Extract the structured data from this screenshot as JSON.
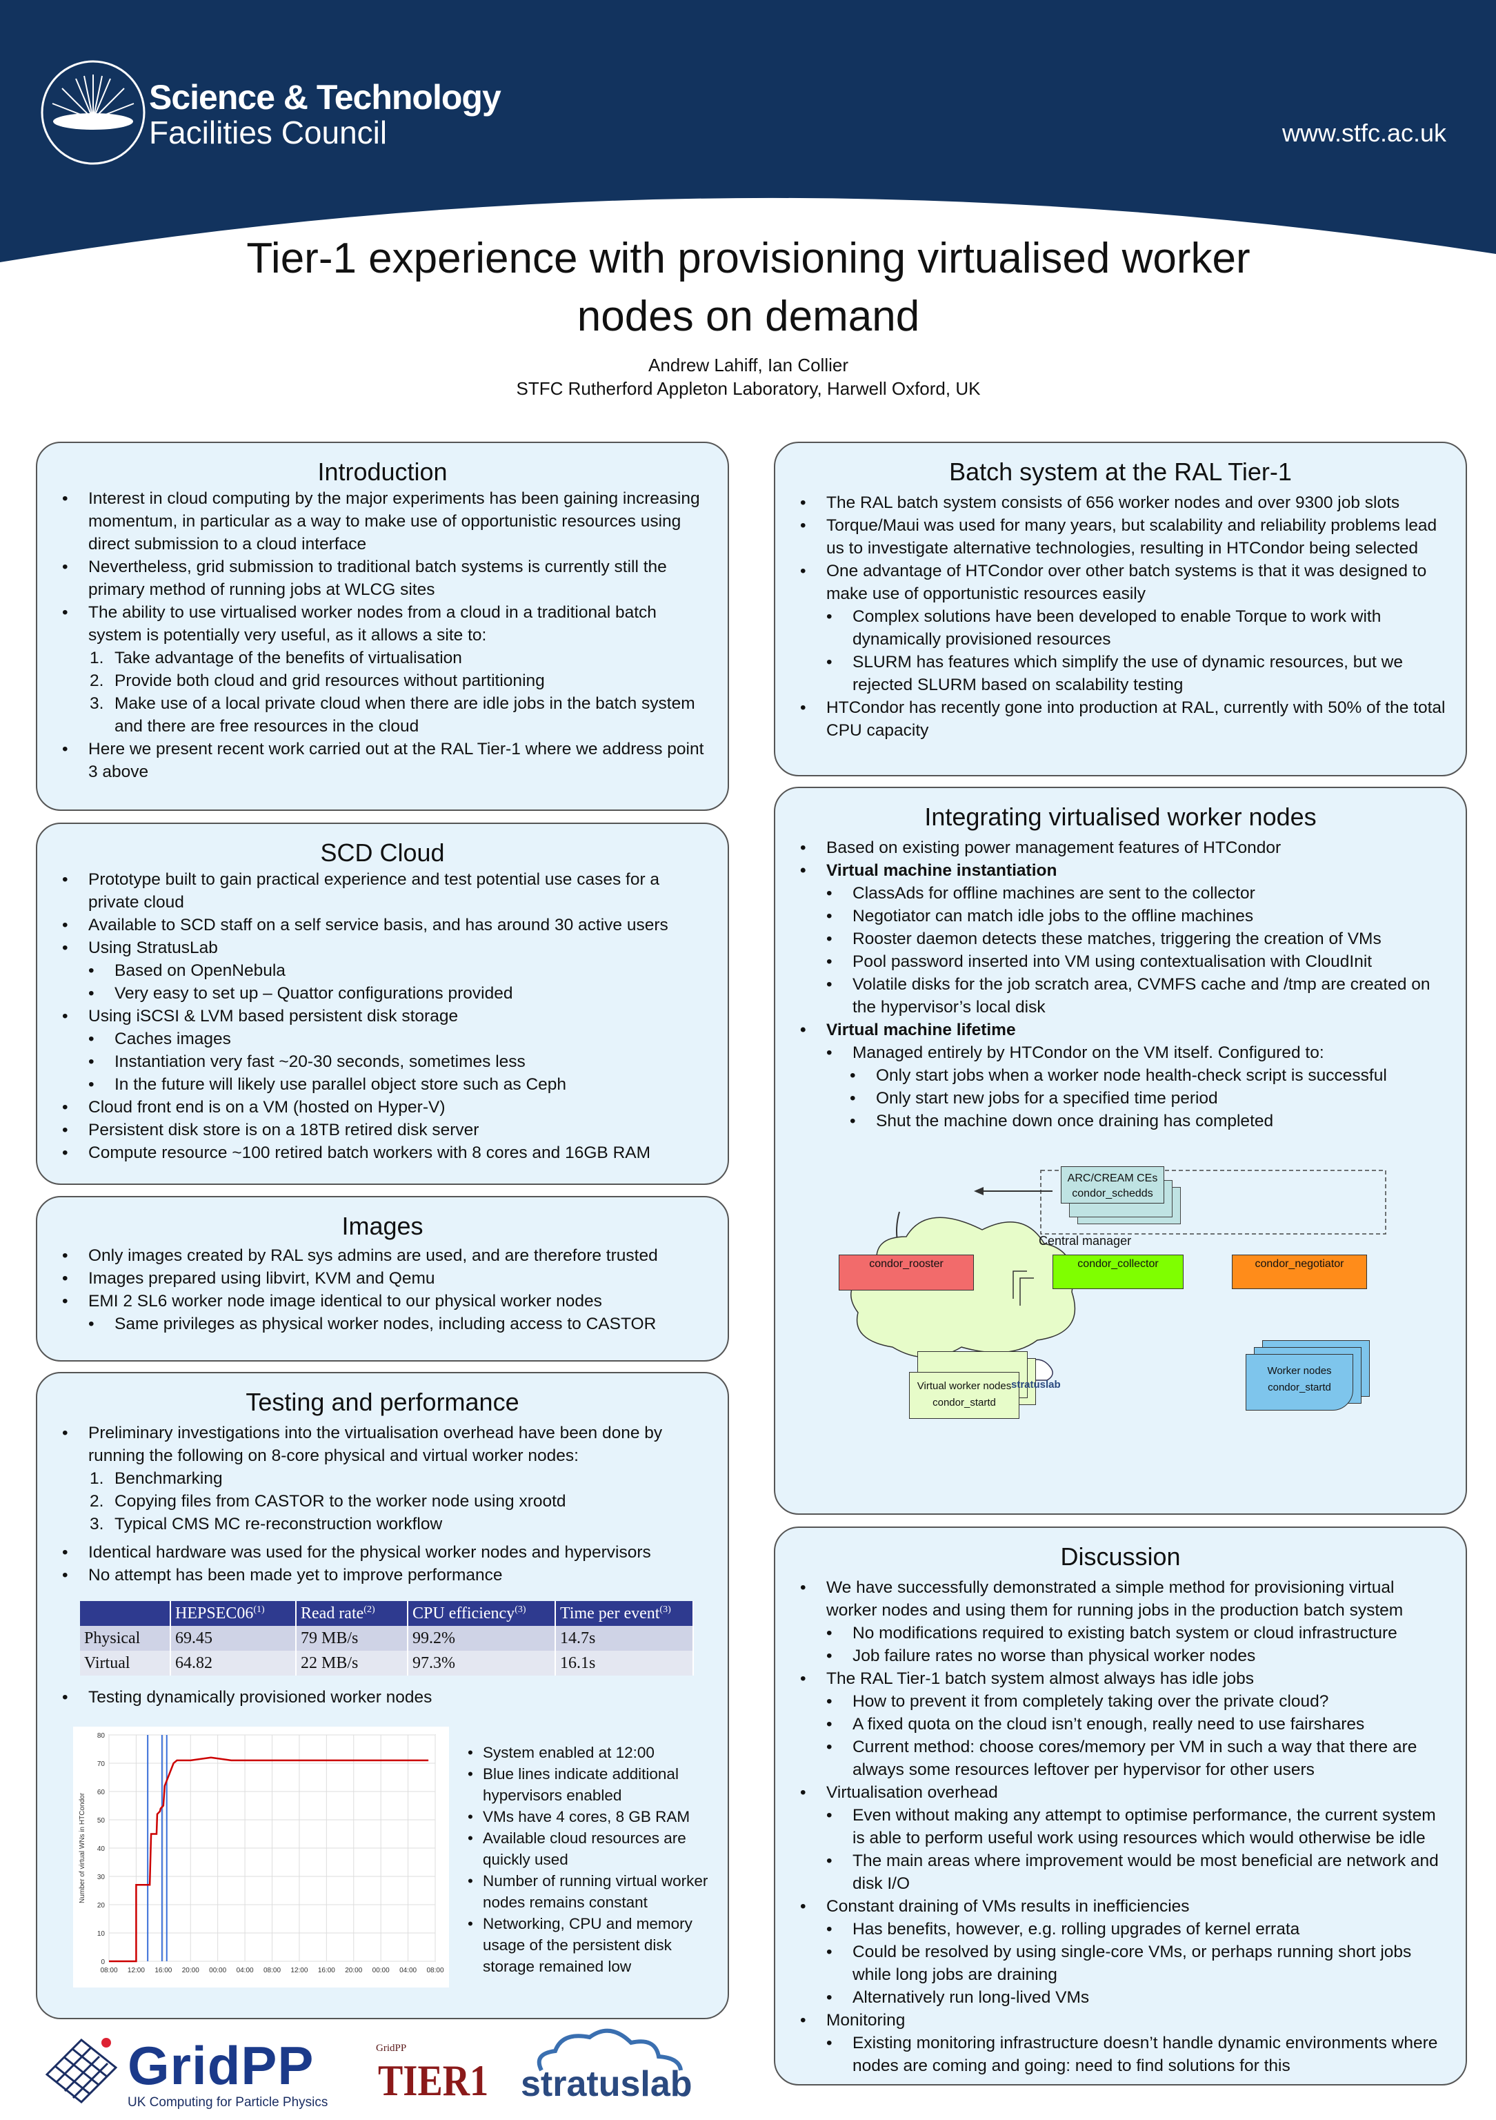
{
  "header": {
    "org_line1": "Science & Technology",
    "org_line2": "Facilities Council",
    "url": "www.stfc.ac.uk"
  },
  "title_line1": "Tier-1 experience with provisioning virtualised worker",
  "title_line2": "nodes on demand",
  "authors": "Andrew Lahiff, Ian Collier",
  "affiliation": "STFC Rutherford Appleton Laboratory, Harwell Oxford, UK",
  "introduction": {
    "heading": "Introduction",
    "items": [
      "Interest in cloud computing by the major experiments has been gaining increasing momentum, in particular as a way to make use of opportunistic resources using direct submission to a cloud interface",
      "Nevertheless, grid submission to traditional batch systems is currently still the primary method of running jobs at WLCG sites",
      "The ability to use virtualised worker nodes from a cloud in a traditional batch system is potentially very useful, as it allows a site to:",
      "Take advantage of the benefits of virtualisation",
      "Provide both cloud and grid resources without partitioning",
      "Make use of a local private cloud when there are idle jobs in the batch system and there are free resources in the cloud",
      "Here we present recent work carried out at the RAL Tier-1 where we address point 3 above"
    ],
    "nums": [
      "1.",
      "2.",
      "3."
    ]
  },
  "scd": {
    "heading": "SCD Cloud",
    "items": [
      "Prototype built to gain practical experience and test potential use cases for a private cloud",
      "Available to SCD staff on a self service basis, and has around 30 active users",
      "Using StratusLab",
      "Based on OpenNebula",
      "Very easy to set up – Quattor configurations provided",
      "Using iSCSI & LVM based persistent disk storage",
      "Caches images",
      "Instantiation very fast ~20-30 seconds, sometimes less",
      "In the future will likely use parallel object store such as Ceph",
      "Cloud front end is on a VM (hosted on Hyper-V)",
      "Persistent disk store is on a 18TB retired disk server",
      "Compute resource ~100 retired batch workers with 8 cores and 16GB RAM"
    ]
  },
  "images": {
    "heading": "Images",
    "items": [
      "Only images created by RAL sys admins are used, and are therefore trusted",
      "Images prepared using libvirt, KVM and Qemu",
      "EMI 2 SL6 worker node image identical to our physical worker nodes",
      "Same privileges as physical worker nodes, including access to CASTOR"
    ]
  },
  "testing": {
    "heading": "Testing and performance",
    "items": [
      "Preliminary investigations into the virtualisation overhead have been done by running the following on 8-core physical and virtual worker nodes:",
      "Benchmarking",
      "Copying files from CASTOR to the worker node using xrootd",
      "Typical CMS MC re-reconstruction workflow",
      "Identical hardware was used for the physical worker nodes and hypervisors",
      "No attempt has been made yet to improve performance",
      "Testing dynamically provisioned worker nodes"
    ],
    "nums": [
      "1.",
      "2.",
      "3."
    ],
    "table": {
      "headers": [
        "",
        "HEPSEC06",
        "Read rate",
        "CPU efficiency",
        "Time per event"
      ],
      "sups": [
        "",
        "(1)",
        "(2)",
        "(3)",
        "(3)"
      ],
      "rows": [
        [
          "Physical",
          "69.45",
          "79 MB/s",
          "99.2%",
          "14.7s"
        ],
        [
          "Virtual",
          "64.82",
          "22 MB/s",
          "97.3%",
          "16.1s"
        ]
      ]
    },
    "side_items": [
      "System enabled at 12:00",
      "Blue lines indicate additional hypervisors enabled",
      "VMs have 4 cores, 8 GB RAM",
      "Available cloud resources are quickly used",
      "Number of running virtual worker nodes remains constant",
      "Networking, CPU and memory usage of the persistent disk storage remained low"
    ]
  },
  "chart_data": {
    "type": "line",
    "title": "",
    "xlabel": "",
    "ylabel": "Number of virtual WNs in HTCondor",
    "ylim": [
      0,
      80
    ],
    "yticks": [
      "0",
      "10",
      "20",
      "30",
      "40",
      "50",
      "60",
      "70",
      "80"
    ],
    "xticks": [
      "08:00",
      "12:00",
      "16:00",
      "20:00",
      "00:00",
      "04:00",
      "08:00",
      "12:00",
      "16:00",
      "20:00",
      "00:00",
      "04:00",
      "08:00"
    ],
    "grid": true,
    "hours": [
      0,
      4,
      4,
      4.3,
      6,
      6.2,
      7,
      7.1,
      7.5,
      7.6,
      8,
      8.2,
      9.5,
      10,
      12,
      15,
      18,
      24,
      30,
      36,
      42,
      47
    ],
    "values": [
      0,
      0,
      27,
      27,
      27,
      45,
      45,
      52,
      53,
      54,
      55,
      62,
      70,
      71,
      71,
      72,
      71,
      71,
      71,
      71,
      71,
      71
    ],
    "blue_line_hours": [
      5.7,
      7.8,
      8.5
    ],
    "line_color": "#cc0000",
    "marker_color": "#3a6fd8"
  },
  "batch": {
    "heading": "Batch system at the RAL Tier-1",
    "items": [
      "The RAL batch system consists of 656 worker nodes and over 9300 job slots",
      "Torque/Maui was used for many years, but scalability and reliability problems lead us to investigate alternative technologies, resulting in HTCondor being selected",
      "One advantage of HTCondor over other batch systems is that it was designed to make use of opportunistic resources easily",
      "Complex solutions have been developed to enable Torque to work with dynamically provisioned resources",
      "SLURM has features which simplify the use of dynamic resources, but we rejected SLURM based on scalability testing",
      "HTCondor has recently gone into production at RAL, currently with 50% of the total CPU capacity"
    ]
  },
  "integrating": {
    "heading": "Integrating virtualised worker nodes",
    "items": [
      "Based on existing power management features of HTCondor",
      "Virtual machine instantiation",
      "ClassAds for offline machines are sent to the collector",
      "Negotiator can match idle jobs to the offline machines",
      "Rooster daemon detects these matches, triggering the creation of VMs",
      "Pool password inserted into VM using contextualisation with CloudInit",
      "Volatile disks for the job scratch area, CVMFS cache and /tmp are created on the hypervisor’s local disk",
      "Virtual machine lifetime",
      "Managed entirely by HTCondor on the VM itself. Configured to:",
      "Only start jobs when a worker node health-check script is successful",
      "Only start new jobs for a specified time period",
      "Shut the machine down once draining has completed"
    ],
    "diagram": {
      "ce_line1": "ARC/CREAM CEs",
      "ce_line2": "condor_schedds",
      "central_manager": "Central manager",
      "rooster": "condor_rooster",
      "collector": "condor_collector",
      "negotiator": "condor_negotiator",
      "vwn_line1": "Virtual worker nodes",
      "vwn_line2": "condor_startd",
      "wn_line1": "Worker nodes",
      "wn_line2": "condor_startd",
      "stratuslab": "stratuslab",
      "rooster_color": "#f26b6b",
      "collector_color": "#7fff00",
      "negotiator_color": "#ff8c1a",
      "ce_color": "#bfe3e3",
      "wn_color": "#7ec5ec",
      "vwn_color": "#e7fcc9"
    }
  },
  "discussion": {
    "heading": "Discussion",
    "items": [
      "We have successfully demonstrated a simple method for provisioning virtual worker nodes and using them for running jobs in the production batch system",
      "No modifications required to existing batch system or cloud infrastructure",
      "Job failure rates no worse than physical worker nodes",
      "The RAL Tier-1 batch system almost always has idle jobs",
      "How to prevent it from completely taking over the private cloud?",
      "A fixed quota on the cloud isn’t enough, really need to use fairshares",
      "Current method: choose cores/memory per VM in such a way that there are always some resources leftover per hypervisor for other users",
      "Virtualisation overhead",
      "Even without making any attempt to optimise performance, the current system is able to perform useful work using resources which would otherwise be idle",
      "The main areas where improvement would be most beneficial are network and disk I/O",
      "Constant draining of VMs results in inefficiencies",
      "Has benefits, however, e.g. rolling upgrades of kernel errata",
      "Could be resolved by using single-core VMs, or perhaps running short jobs while long jobs are draining",
      "Alternatively run long-lived VMs",
      "Monitoring",
      "Existing monitoring infrastructure doesn’t handle dynamic environments where nodes are coming and going: need to find solutions for this"
    ]
  },
  "footer": {
    "gridpp": "GridPP",
    "gridpp_sub": "UK Computing for Particle Physics",
    "tier1": "TIER1",
    "tier1_small": "GridPP",
    "stratuslab": "stratuslab"
  }
}
